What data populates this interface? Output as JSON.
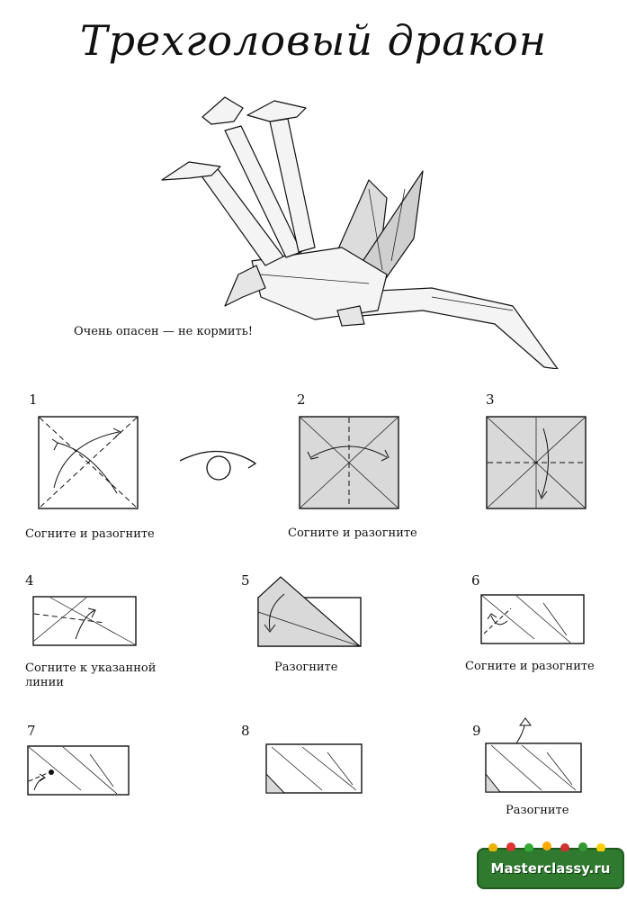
{
  "title": "Трехголовый дракон",
  "hero_caption": "Очень опасен — не кормить!",
  "steps": [
    {
      "num": "1",
      "caption": "Согните и разогните"
    },
    {
      "num": "2",
      "caption": "Согните и разогните"
    },
    {
      "num": "3",
      "caption": ""
    },
    {
      "num": "4",
      "caption": "Согните к указанной линии"
    },
    {
      "num": "5",
      "caption": "Разогните"
    },
    {
      "num": "6",
      "caption": "Согните и разогните"
    },
    {
      "num": "7",
      "caption": ""
    },
    {
      "num": "8",
      "caption": ""
    },
    {
      "num": "9",
      "caption": "Разогните"
    }
  ],
  "watermark": "Masterclassy.ru",
  "colors": {
    "paper_shade": "#d9d9d9",
    "line": "#111111",
    "logo_bg": "#2f7a2f"
  }
}
